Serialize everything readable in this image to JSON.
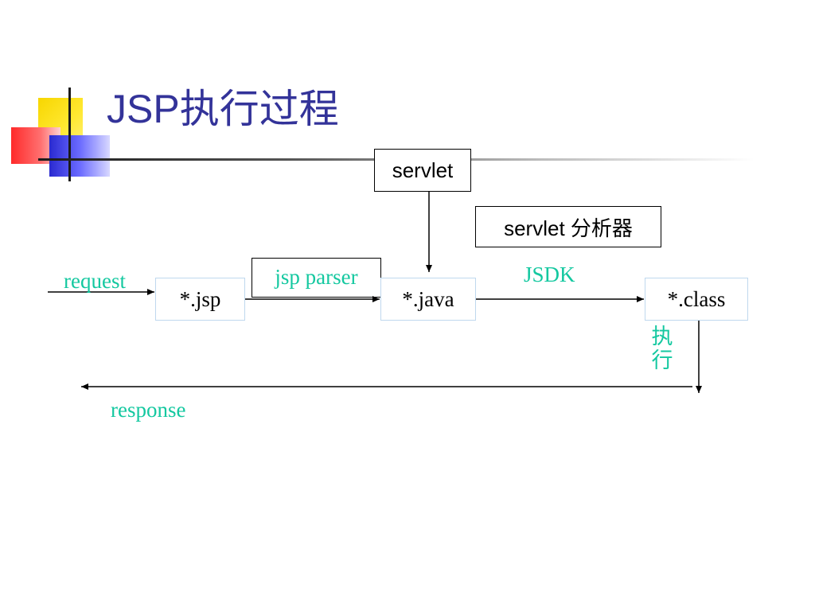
{
  "title": "JSP执行过程",
  "boxes": {
    "servlet": "servlet",
    "servlet_analyzer": "servlet 分析器",
    "jsp_parser": "jsp parser",
    "jsp": "*.jsp",
    "java": "*.java",
    "class": "*.class"
  },
  "labels": {
    "request": "request",
    "jsdk": "JSDK",
    "execute": "执行",
    "response": "response"
  },
  "colors": {
    "title": "#333399",
    "label": "#14c8a0",
    "box_border_light": "#bfd8ee",
    "box_border_dark": "#000000"
  }
}
